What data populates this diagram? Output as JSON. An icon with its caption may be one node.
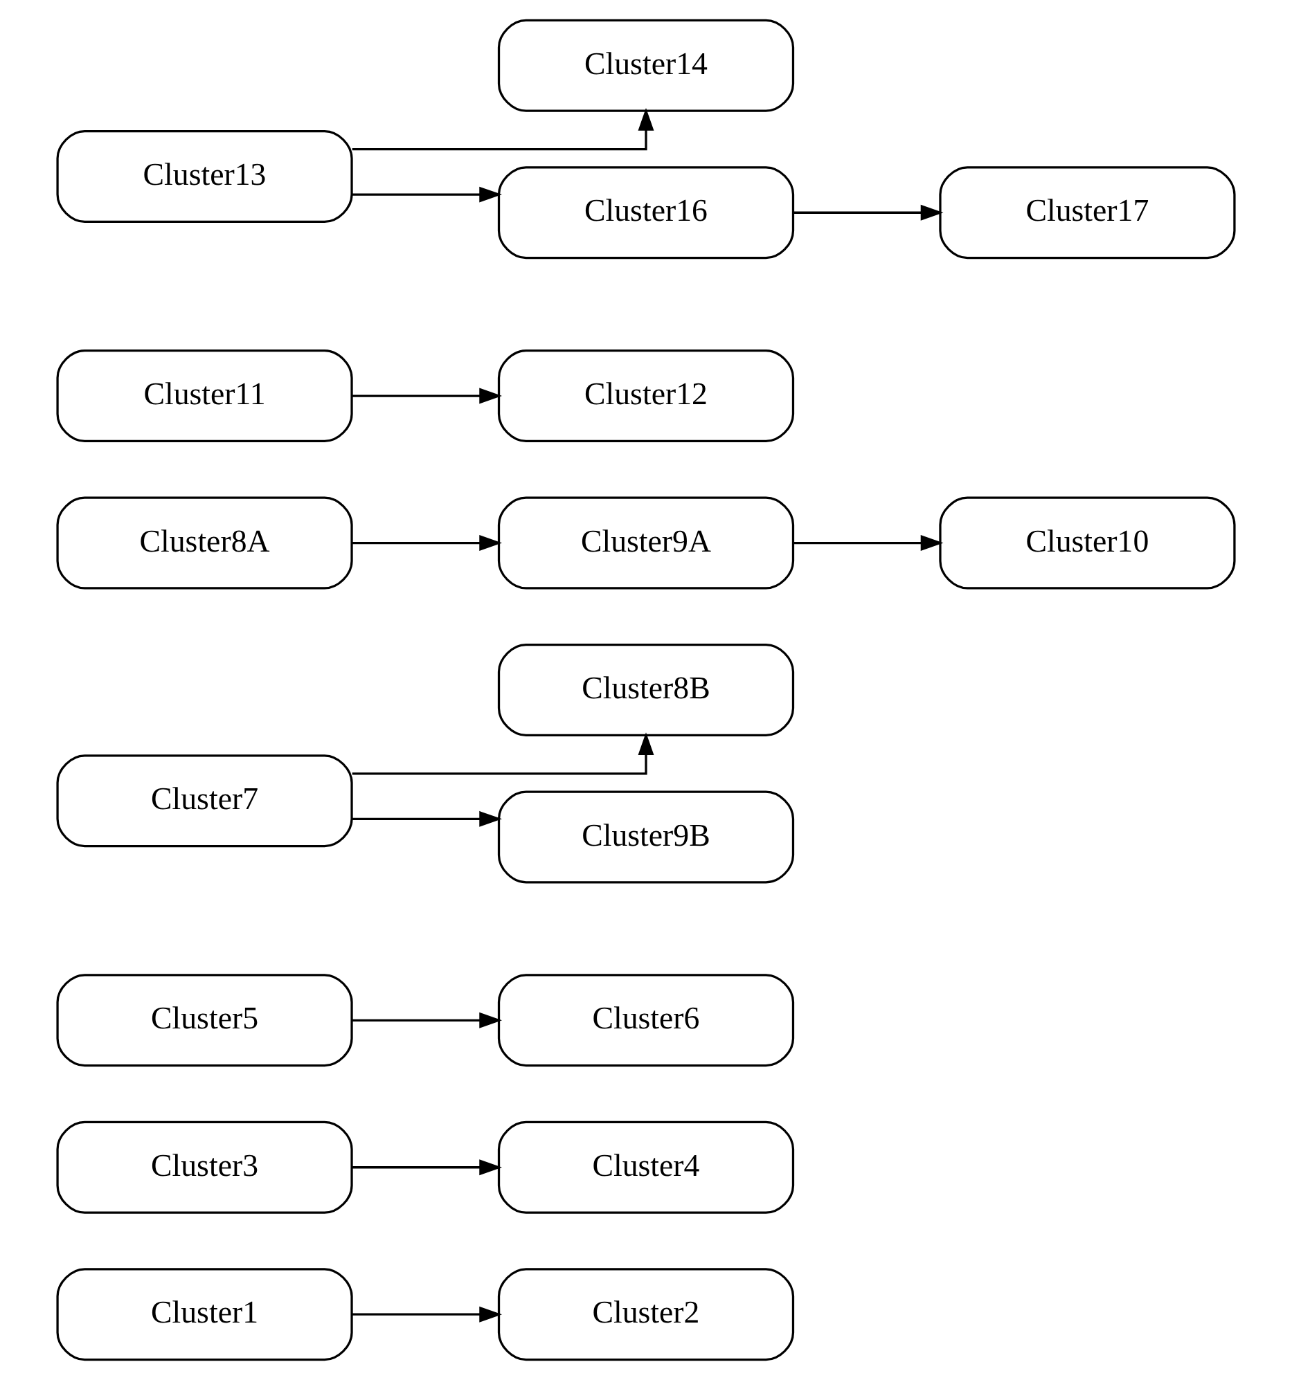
{
  "diagram": {
    "nodes": [
      {
        "text": [
          "Cluster1"
        ]
      },
      {
        "text": [
          "Cluster2"
        ]
      },
      {
        "text": [
          "Cluster3"
        ]
      },
      {
        "text": [
          "Cluster4"
        ]
      },
      {
        "text": [
          "Cluster5"
        ]
      },
      {
        "text": [
          "Cluster6"
        ]
      },
      {
        "text": [
          "Cluster7"
        ]
      },
      {
        "text": [
          "Cluster8B"
        ]
      },
      {
        "text": [
          "Cluster9B"
        ]
      },
      {
        "text": [
          "Cluster8A"
        ]
      },
      {
        "text": [
          "Cluster9A"
        ]
      },
      {
        "text": [
          "Cluster10"
        ]
      },
      {
        "text": [
          "Cluster11"
        ]
      },
      {
        "text": [
          "Cluster12"
        ]
      },
      {
        "text": [
          "Cluster13"
        ]
      },
      {
        "text": [
          "Cluster14"
        ]
      },
      {
        "text": [
          "Cluster16"
        ]
      },
      {
        "text": [
          "Cluster17"
        ]
      }
    ],
    "edges": [
      {
        "from": 0,
        "to": 1,
        "arrow": "to"
      },
      {
        "from": 2,
        "to": 3,
        "arrow": "to"
      },
      {
        "from": 4,
        "to": 5,
        "arrow": "to"
      },
      {
        "from": 6,
        "to": 7,
        "arrow": "to"
      },
      {
        "from": 6,
        "to": 8,
        "arrow": "to"
      },
      {
        "from": 9,
        "to": 10,
        "arrow": "to"
      },
      {
        "from": 10,
        "to": 11,
        "arrow": "to"
      },
      {
        "from": 12,
        "to": 13,
        "arrow": "to"
      },
      {
        "from": 14,
        "to": 15,
        "arrow": "to"
      },
      {
        "from": 14,
        "to": 16,
        "arrow": "to"
      },
      {
        "from": 16,
        "to": 17,
        "arrow": "to"
      }
    ]
  }
}
